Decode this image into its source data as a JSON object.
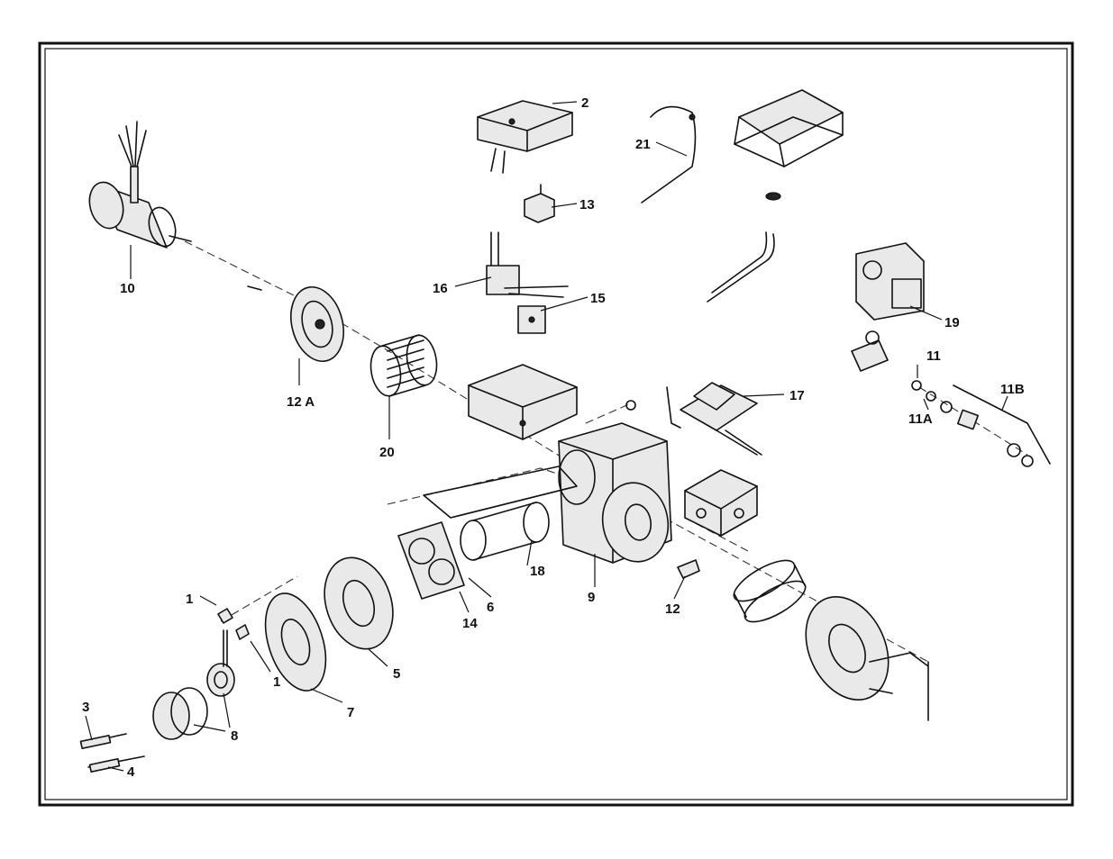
{
  "callouts": {
    "c1a": "1",
    "c1b": "1",
    "c2": "2",
    "c3": "3",
    "c4": "4",
    "c5": "5",
    "c6": "6",
    "c7": "7",
    "c8": "8",
    "c9": "9",
    "c10": "10",
    "c11": "11",
    "c11a": "11A",
    "c11b": "11B",
    "c12": "12",
    "c12a": "12 A",
    "c13": "13",
    "c14": "14",
    "c15": "15",
    "c16": "16",
    "c17": "17",
    "c18": "18",
    "c19": "19",
    "c20": "20",
    "c21": "21"
  },
  "colors": {
    "ink": "#111111",
    "paper": "#ffffff"
  }
}
